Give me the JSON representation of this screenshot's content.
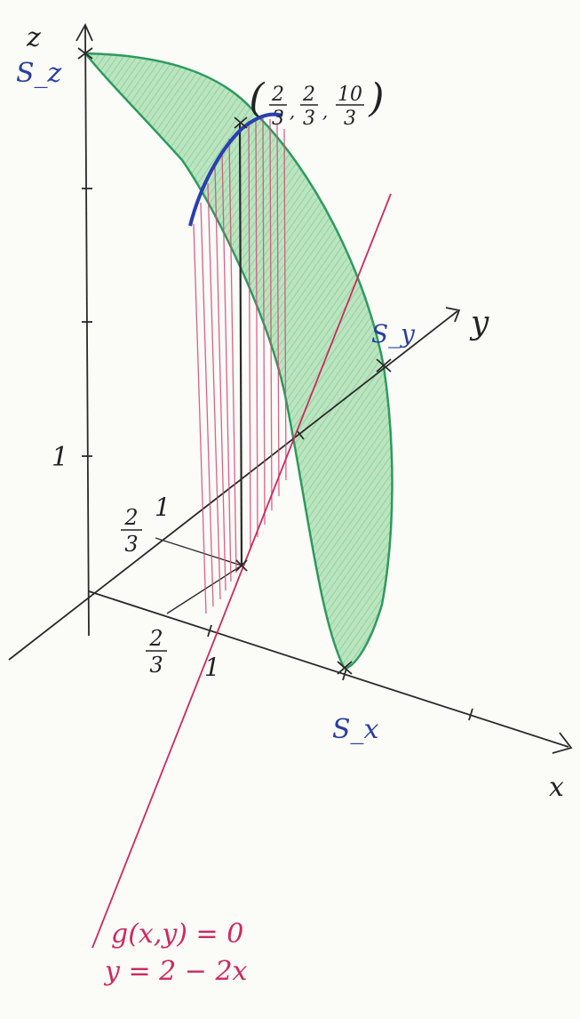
{
  "axes": {
    "z": "z",
    "y": "y",
    "x": "x"
  },
  "points": {
    "sz": "S_z",
    "sy": "S_y",
    "sx": "S_x",
    "max_point": {
      "x_num": "2",
      "x_den": "3",
      "y_num": "2",
      "y_den": "3",
      "z_num": "10",
      "z_den": "3"
    }
  },
  "ticks": {
    "z_one": "1",
    "y_one": "1",
    "x_one": "1",
    "two_thirds_num": "2",
    "two_thirds_den": "3"
  },
  "constraint": {
    "equation": "g(x,y) = 0",
    "line": "y = 2 − 2x"
  },
  "colors": {
    "surface_fill": "#8fd49a",
    "surface_edge": "#2e9a5e",
    "constraint_curve": "#2a3fb0",
    "constraint_line": "#cc2a60",
    "axis": "#2a2a2a",
    "label_blue": "#2a3f9c"
  }
}
